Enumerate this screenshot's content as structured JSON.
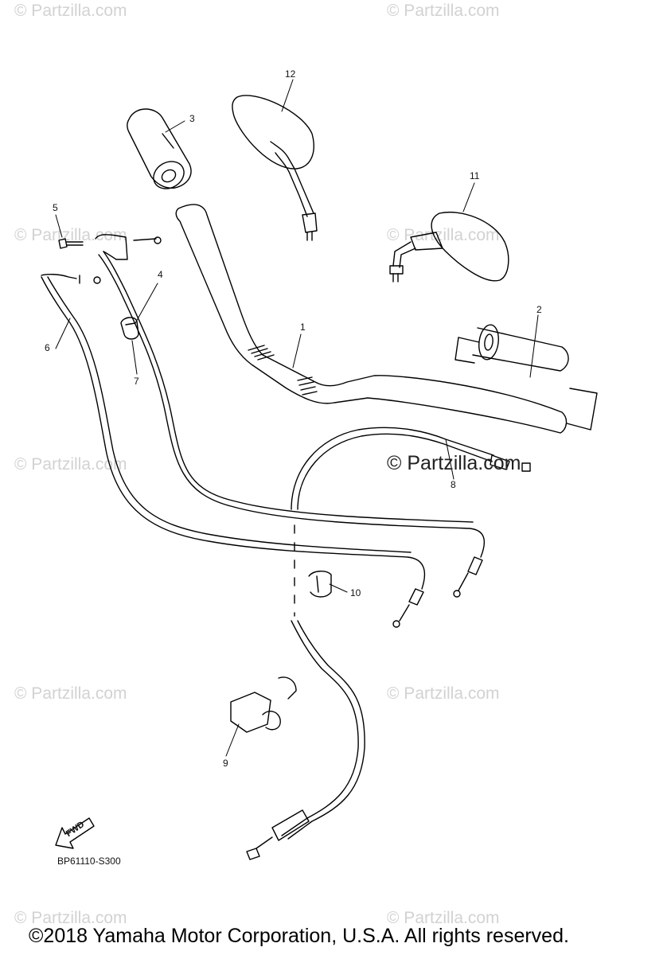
{
  "watermark": "© Partzilla.com",
  "main_watermark": "© Partzilla.com",
  "callouts": [
    "1",
    "2",
    "3",
    "4",
    "5",
    "6",
    "7",
    "8",
    "9",
    "10",
    "11",
    "12"
  ],
  "fwd_label": "FWD",
  "diagram_code": "BP61110-S300",
  "copyright": "©2018 Yamaha Motor Corporation, U.S.A. All rights reserved."
}
